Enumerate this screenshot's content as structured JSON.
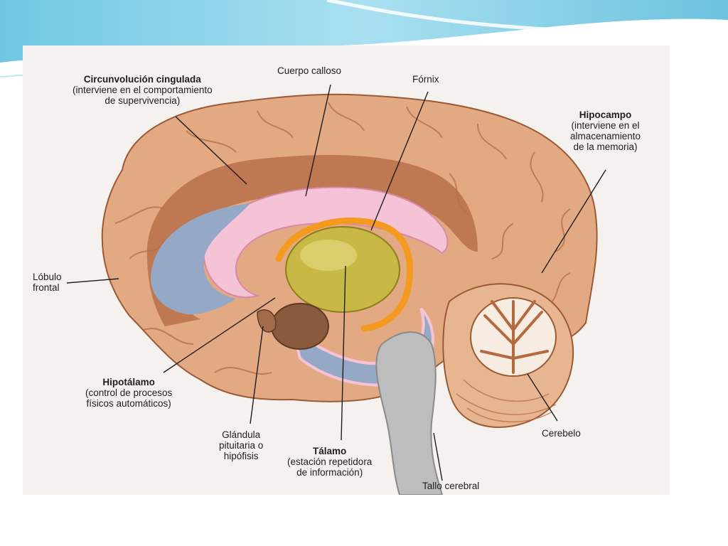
{
  "labels": {
    "cingulate": {
      "title": "Circunvolución cingulada",
      "desc1": "(interviene en el comportamiento",
      "desc2": "de supervivencia)"
    },
    "corpus_callosum": {
      "title": "Cuerpo calloso"
    },
    "fornix": {
      "title": "Fórnix"
    },
    "hippocampus": {
      "title": "Hipocampo",
      "desc1": "(interviene en el",
      "desc2": "almacenamiento",
      "desc3": "de la memoria)"
    },
    "frontal_lobe": {
      "line1": "Lóbulo",
      "line2": "frontal"
    },
    "hypothalamus": {
      "title": "Hipotálamo",
      "desc1": "(control de procesos",
      "desc2": "físicos automáticos)"
    },
    "pituitary": {
      "line1": "Glándula",
      "line2": "pituitaria o",
      "line3": "hipófisis"
    },
    "thalamus": {
      "title": "Tálamo",
      "desc1": "(estación repetidora",
      "desc2": "de información)"
    },
    "brainstem": {
      "title": "Tallo cerebral"
    },
    "cerebellum": {
      "title": "Cerebelo"
    }
  },
  "colors": {
    "cortex": "#e2a983",
    "cortex_dark": "#b9714a",
    "corpus_callosum": "#f5c3d6",
    "ventricle": "#95a9c6",
    "thalamus": "#c8b846",
    "fornix": "#f39a1f",
    "brainstem": "#bdbdbd",
    "slide_accent": "#8fd3ea"
  }
}
